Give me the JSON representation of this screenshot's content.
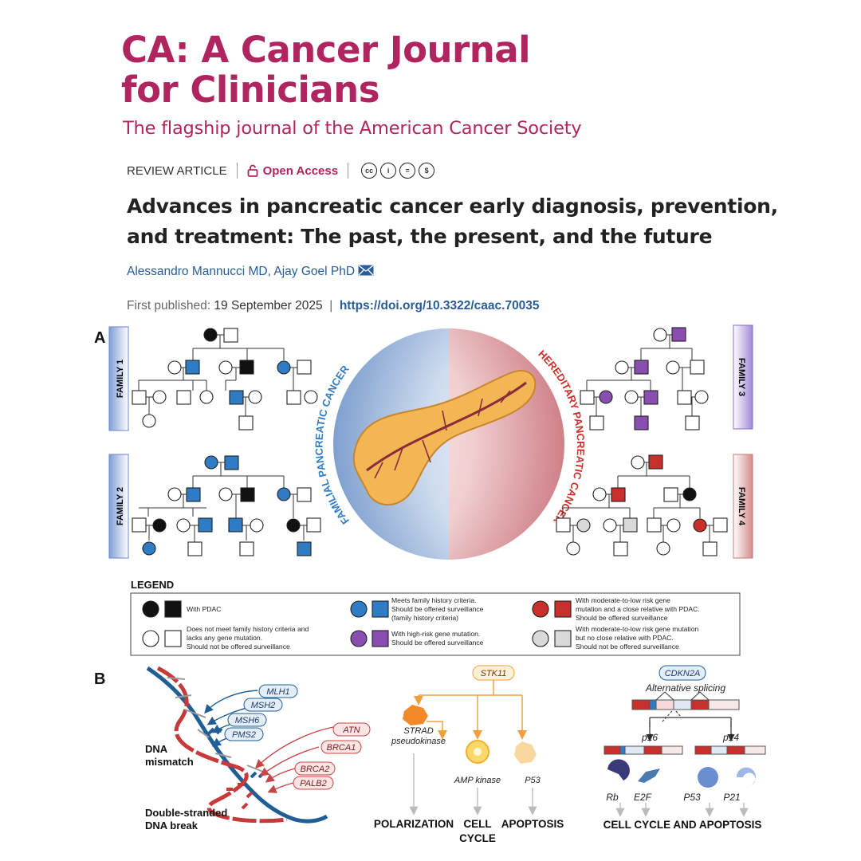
{
  "journal": {
    "title_line1": "CA: A Cancer Journal",
    "title_line2": "for Clinicians",
    "subtitle": "The flagship journal of the American Cancer Society"
  },
  "article": {
    "type": "REVIEW ARTICLE",
    "access": "Open Access",
    "license_icons": [
      "cc-icon",
      "by-icon",
      "nd-icon",
      "nc-icon"
    ],
    "title_line1": "Advances in pancreatic cancer early diagnosis, prevention,",
    "title_line2": "and treatment: The past, the present, and the future",
    "author1": "Alessandro Mannucci MD",
    "author2": "Ajay Goel PhD",
    "published_label": "First published:",
    "published_date": "19 September 2025",
    "doi": "https://doi.org/10.3322/caac.70035"
  },
  "figure": {
    "panel_a": "A",
    "panel_b": "B",
    "family1": "FAMILY 1",
    "family2": "FAMILY 2",
    "family3": "FAMILY 3",
    "family4": "FAMILY 4",
    "familial_label": "FAMILIAL PANCREATIC CANCER",
    "hereditary_label": "HEREDITARY PANCREATIC CANCER",
    "colors": {
      "pdac": "#111111",
      "blue": "#2f7cc4",
      "purple": "#8a4db0",
      "red": "#c8302c",
      "gray": "#d9d9d9"
    },
    "legend": {
      "title": "LEGEND",
      "pdac": "With PDAC",
      "none": [
        "Does not meet family history criteria and",
        "lacks any gene mutation.",
        "Should not be offered surveillance"
      ],
      "fh": [
        "Meets family history criteria.",
        "Should be offered surveillance",
        "(family history criteria)"
      ],
      "high": [
        "With high-risk gene mutation.",
        "Should be offered surveillance"
      ],
      "mod_rel": [
        "With moderate-to-low risk gene",
        "mutation and a close relative with PDAC.",
        "Should be offered surveillance"
      ],
      "mod_norel": [
        "With moderate-to-low risk gene mutation",
        "but no close relative with PDAC.",
        "Should not be offered surveillance"
      ]
    },
    "b1": {
      "mmr_genes": [
        "MLH1",
        "MSH2",
        "MSH6",
        "PMS2"
      ],
      "hr_genes": [
        "ATN",
        "BRCA1",
        "BRCA2",
        "PALB2"
      ],
      "label_mismatch": [
        "DNA",
        "mismatch"
      ],
      "label_break": [
        "Double-stranded",
        "DNA break"
      ]
    },
    "b2": {
      "gene": "STK11",
      "strad": [
        "STRAD",
        "pseudokinase"
      ],
      "ampk": "AMP kinase",
      "p53": "P53",
      "out1": "POLARIZATION",
      "out2": [
        "CELL",
        "CYCLE"
      ],
      "out3": "APOPTOSIS"
    },
    "b3": {
      "gene": "CDKN2A",
      "splicing": "Alternative splicing",
      "p16": "p16",
      "p14": "p14",
      "proteins": [
        "Rb",
        "E2F",
        "P53",
        "P21"
      ],
      "out": "CELL CYCLE AND APOPTOSIS"
    }
  }
}
